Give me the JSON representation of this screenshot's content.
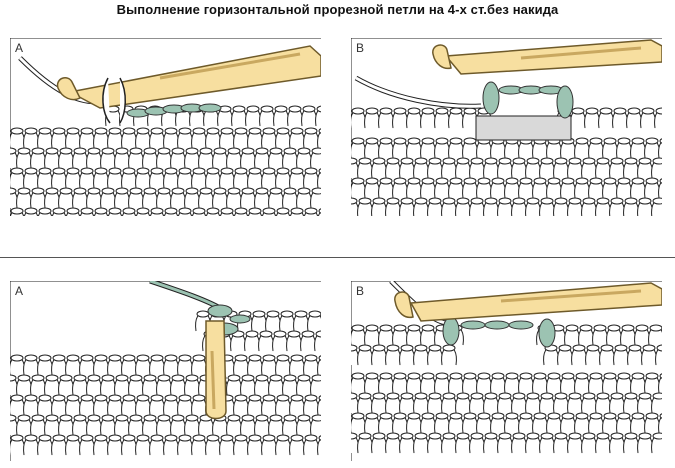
{
  "title": "Выполнение горизонтальной прорезной петли на 4-х ст.без накида",
  "panels": [
    {
      "label": "A"
    },
    {
      "label": "B"
    },
    {
      "label": "A"
    },
    {
      "label": "B"
    }
  ],
  "colors": {
    "hook": "#f7dfa0",
    "hook_outline": "#6e5a2a",
    "yarn": "#9cc3b2",
    "fabric_outline": "#222222",
    "gray_fill": "#d9d9d9"
  }
}
